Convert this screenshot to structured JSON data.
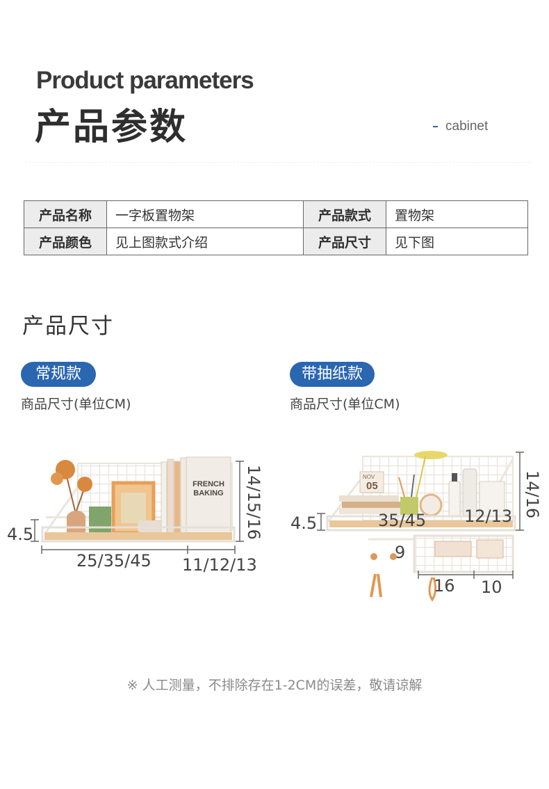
{
  "header": {
    "title_en": "Product parameters",
    "title_cn": "产品参数",
    "tag": "cabinet"
  },
  "params_table": {
    "rows": [
      {
        "k1": "产品名称",
        "v1": "一字板置物架",
        "k2": "产品款式",
        "v2": "置物架"
      },
      {
        "k1": "产品颜色",
        "v1": "见上图款式介绍",
        "k2": "产品尺寸",
        "v2": "见下图"
      }
    ]
  },
  "size_section": {
    "title": "产品尺寸",
    "variants": [
      {
        "name": "常规款",
        "unit_note": "商品尺寸(单位CM)",
        "dims": {
          "height_left": "4.5",
          "width": "25/35/45",
          "depth": "11/12/13",
          "height_right": "14/15/16"
        }
      },
      {
        "name": "带抽纸款",
        "unit_note": "商品尺寸(单位CM)",
        "dims": {
          "height_left": "4.5",
          "width": "35/45",
          "depth": "12/13",
          "height_right": "14/16",
          "hook": "9",
          "drawer_w": "16",
          "drawer_d": "10"
        }
      }
    ],
    "product_prints": {
      "book_cover": [
        "FRENCH",
        "BAKING"
      ],
      "calendar": [
        "NOV",
        "05"
      ]
    }
  },
  "footer_note": "※ 人工测量，不排除存在1-2CM的误差，敬请谅解",
  "colors": {
    "accent": "#2b66b0",
    "wood": "#e9c79a",
    "frame": "#f2ede6"
  }
}
